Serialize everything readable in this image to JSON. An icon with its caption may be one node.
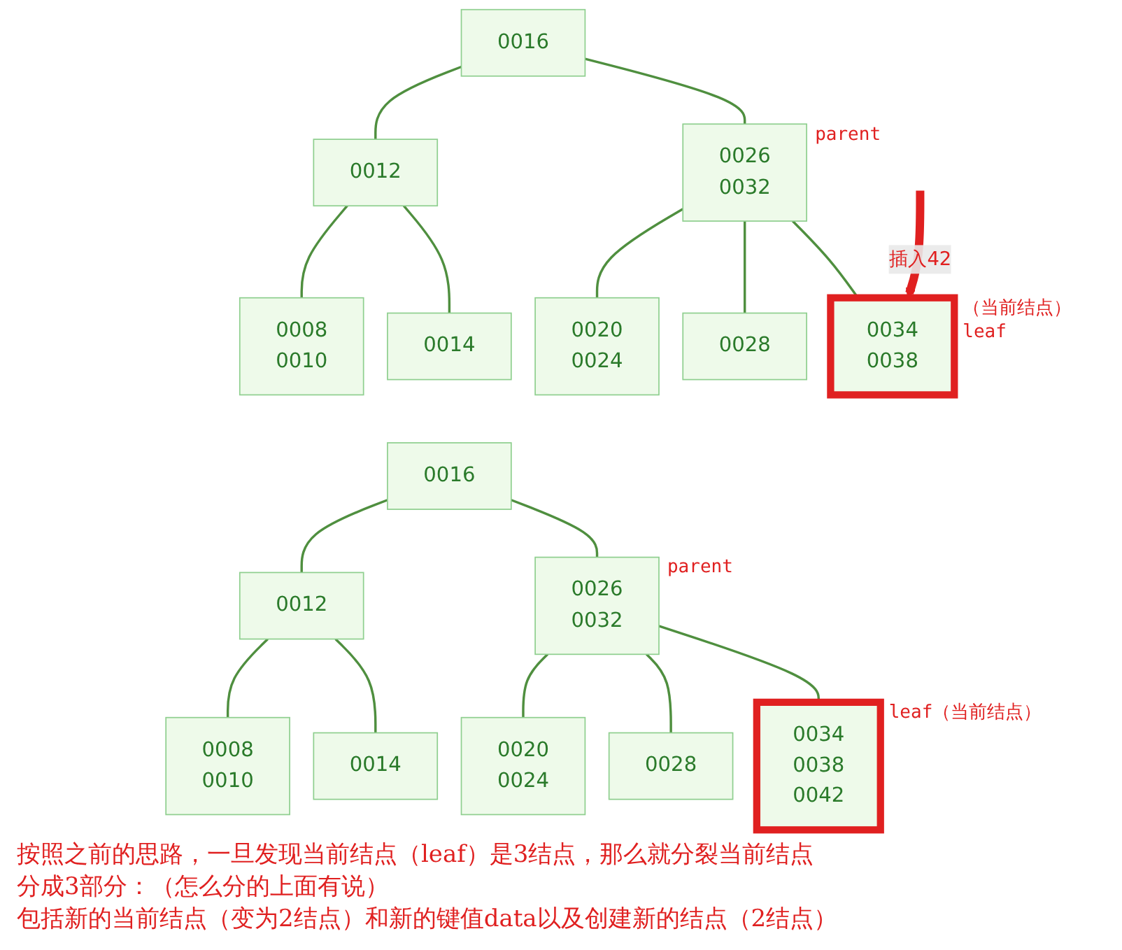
{
  "diagram": {
    "nodes": [
      {
        "text": [
          "0016"
        ]
      },
      {
        "text": [
          "0012"
        ]
      },
      {
        "text": [
          "0026",
          "0032"
        ],
        "beside": [
          "parent"
        ]
      },
      {
        "text": [
          "0008",
          "0010"
        ]
      },
      {
        "text": [
          "0014"
        ]
      },
      {
        "text": [
          "0020",
          "0024"
        ]
      },
      {
        "text": [
          "0028"
        ]
      },
      {
        "text": [
          "0034",
          "0038"
        ],
        "beside": [
          "（当前结点）",
          "leaf"
        ]
      },
      {
        "text": [
          "0016"
        ]
      },
      {
        "text": [
          "0012"
        ]
      },
      {
        "text": [
          "0026",
          "0032"
        ],
        "beside": [
          "parent"
        ]
      },
      {
        "text": [
          "0008",
          "0010"
        ]
      },
      {
        "text": [
          "0014"
        ]
      },
      {
        "text": [
          "0020",
          "0024"
        ]
      },
      {
        "text": [
          "0028"
        ]
      },
      {
        "text": [
          "0034",
          "0038",
          "0042"
        ],
        "beside": [
          "leaf（当前结点）"
        ]
      }
    ],
    "edges": [
      {
        "from": 0,
        "to": 1,
        "arrow": "none"
      },
      {
        "from": 0,
        "to": 2,
        "arrow": "none"
      },
      {
        "from": 1,
        "to": 3,
        "arrow": "none"
      },
      {
        "from": 1,
        "to": 4,
        "arrow": "none"
      },
      {
        "from": 2,
        "to": 5,
        "arrow": "none"
      },
      {
        "from": 2,
        "to": 6,
        "arrow": "none"
      },
      {
        "from": 2,
        "to": 7,
        "arrow": "none"
      },
      {
        "from": null,
        "to": 7,
        "arrow": "to",
        "label": "插入42",
        "style": "thick",
        "color": "#e02020"
      },
      {
        "from": 8,
        "to": 9,
        "arrow": "none"
      },
      {
        "from": 8,
        "to": 10,
        "arrow": "none"
      },
      {
        "from": 9,
        "to": 11,
        "arrow": "none"
      },
      {
        "from": 9,
        "to": 12,
        "arrow": "none"
      },
      {
        "from": 10,
        "to": 13,
        "arrow": "none"
      },
      {
        "from": 10,
        "to": 14,
        "arrow": "none"
      },
      {
        "from": 10,
        "to": 15,
        "arrow": "none"
      }
    ],
    "labels": [
      "按照之前的思路，一旦发现当前结点（leaf）是3结点，那么就分裂当前结点",
      "分成3部分：（怎么分的上面有说）",
      "包括新的当前结点（变为2结点）和新的键值data以及创建新的结点（2结点）"
    ]
  }
}
